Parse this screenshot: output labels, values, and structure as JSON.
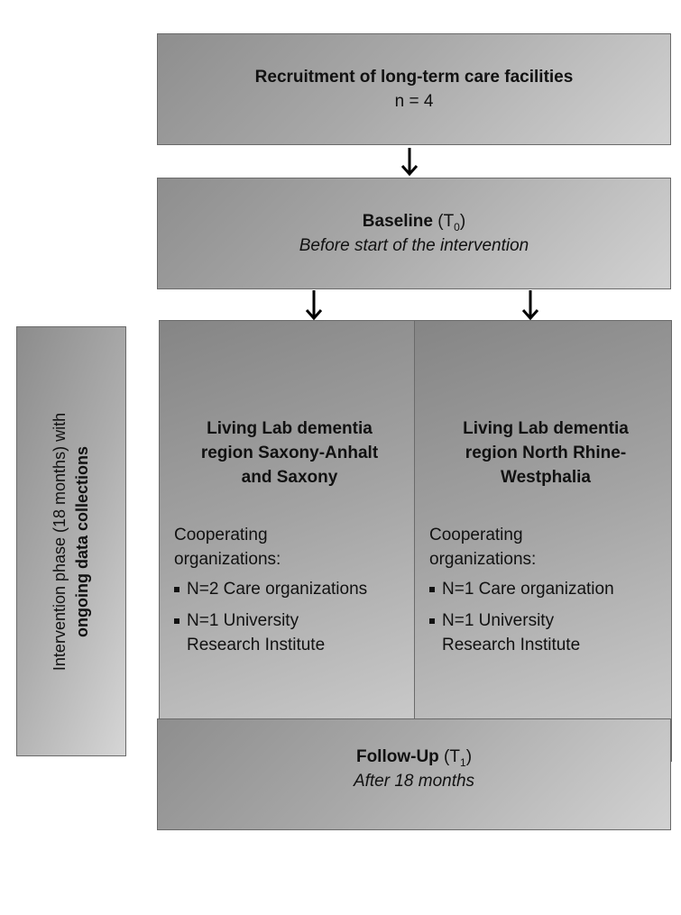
{
  "recruitment": {
    "title": "Recruitment of long-term care facilities",
    "n": "n = 4"
  },
  "baseline": {
    "title": "Baseline",
    "time_label": "T",
    "time_sub": "0",
    "subtitle": "Before start of the intervention"
  },
  "phase": {
    "text_prefix": "Intervention phase (18 months) with",
    "text_bold": "ongoing data collections"
  },
  "lab_left": {
    "title_lines": [
      "Living Lab dementia",
      "region Saxony-Anhalt",
      "and Saxony"
    ],
    "coop_lines": [
      "Cooperating",
      "organizations:"
    ],
    "bullets": [
      [
        "N=2 Care organizations"
      ],
      [
        "N=1 University",
        "Research Institute"
      ]
    ]
  },
  "lab_right": {
    "title_lines": [
      "Living Lab dementia",
      "region North Rhine-",
      "Westphalia"
    ],
    "coop_lines": [
      "Cooperating",
      "organizations:"
    ],
    "bullets": [
      [
        "N=1 Care organization"
      ],
      [
        "N=1 University",
        "Research Institute"
      ]
    ]
  },
  "followup": {
    "title": "Follow-Up",
    "time_label": "T",
    "time_sub": "1",
    "subtitle": "After 18 months"
  }
}
